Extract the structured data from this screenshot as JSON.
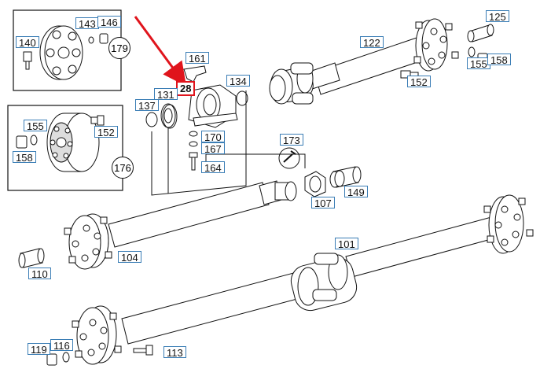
{
  "diagram": {
    "highlight_color": "#e0141c",
    "label_border_color": "#3a7db5",
    "callouts": {
      "c28": "28",
      "c101": "101",
      "c104": "104",
      "c107": "107",
      "c110": "110",
      "c113": "113",
      "c116": "116",
      "c119": "119",
      "c122": "122",
      "c125": "125",
      "c131": "131",
      "c134": "134",
      "c137": "137",
      "c140": "140",
      "c143": "143",
      "c146": "146",
      "c149": "149",
      "c152a": "152",
      "c152b": "152",
      "c155a": "155",
      "c155b": "155",
      "c158a": "158",
      "c158b": "158",
      "c161": "161",
      "c164": "164",
      "c167": "167",
      "c170": "170",
      "c173": "173"
    },
    "circled": {
      "r176": "176",
      "r179": "179"
    }
  }
}
